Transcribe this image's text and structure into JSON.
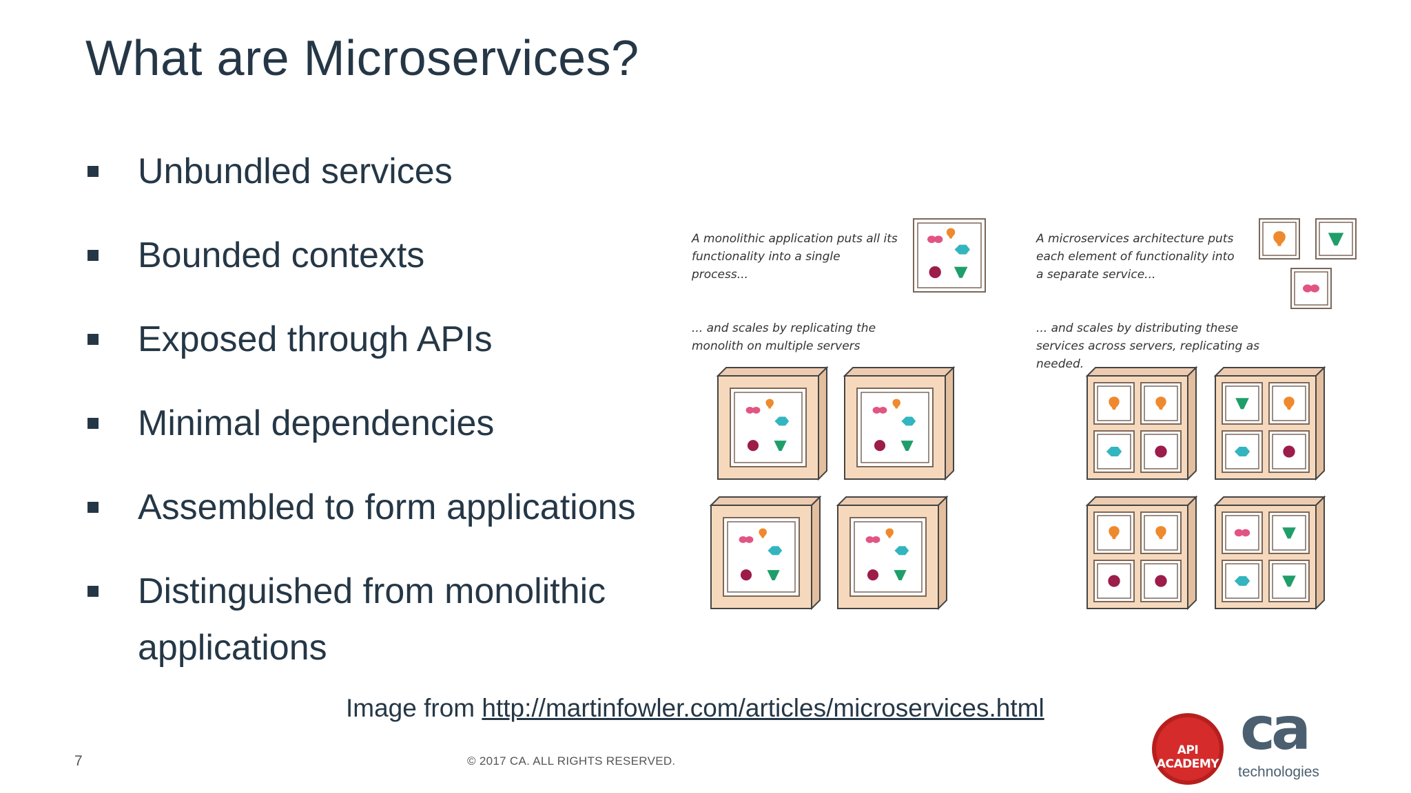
{
  "slide": {
    "title": "What are Microservices?",
    "bullets": [
      "Unbundled services",
      "Bounded contexts",
      "Exposed through APIs",
      "Minimal dependencies",
      "Assembled to form applications",
      "Distinguished from monolithic applications"
    ],
    "caption_prefix": "Image from ",
    "caption_link": "http://martinfowler.com/articles/microservices.html",
    "page_number": "7",
    "copyright": "© 2017 CA. ALL RIGHTS RESERVED."
  },
  "diagram": {
    "mono_top_note": "A monolithic application puts all its functionality into a single process...",
    "mono_bottom_note": "... and scales by replicating the monolith on multiple servers",
    "micro_top_note": "A microservices architecture puts each element of functionality into a separate service...",
    "micro_bottom_note": "... and scales by distributing these services across servers, replicating as needed."
  },
  "logos": {
    "badge_text": "API ACADEMY",
    "ca_mark": "ca",
    "ca_tagline": "technologies"
  },
  "colors": {
    "text": "#253746",
    "box_fill": "#f6d9bd",
    "box_stroke": "#7a6658",
    "pink": "#e15583",
    "orange": "#ee8a2d",
    "teal": "#33b5bf",
    "maroon": "#9c1c4a",
    "green": "#1f9e6a",
    "badge_red": "#d52b2b"
  }
}
